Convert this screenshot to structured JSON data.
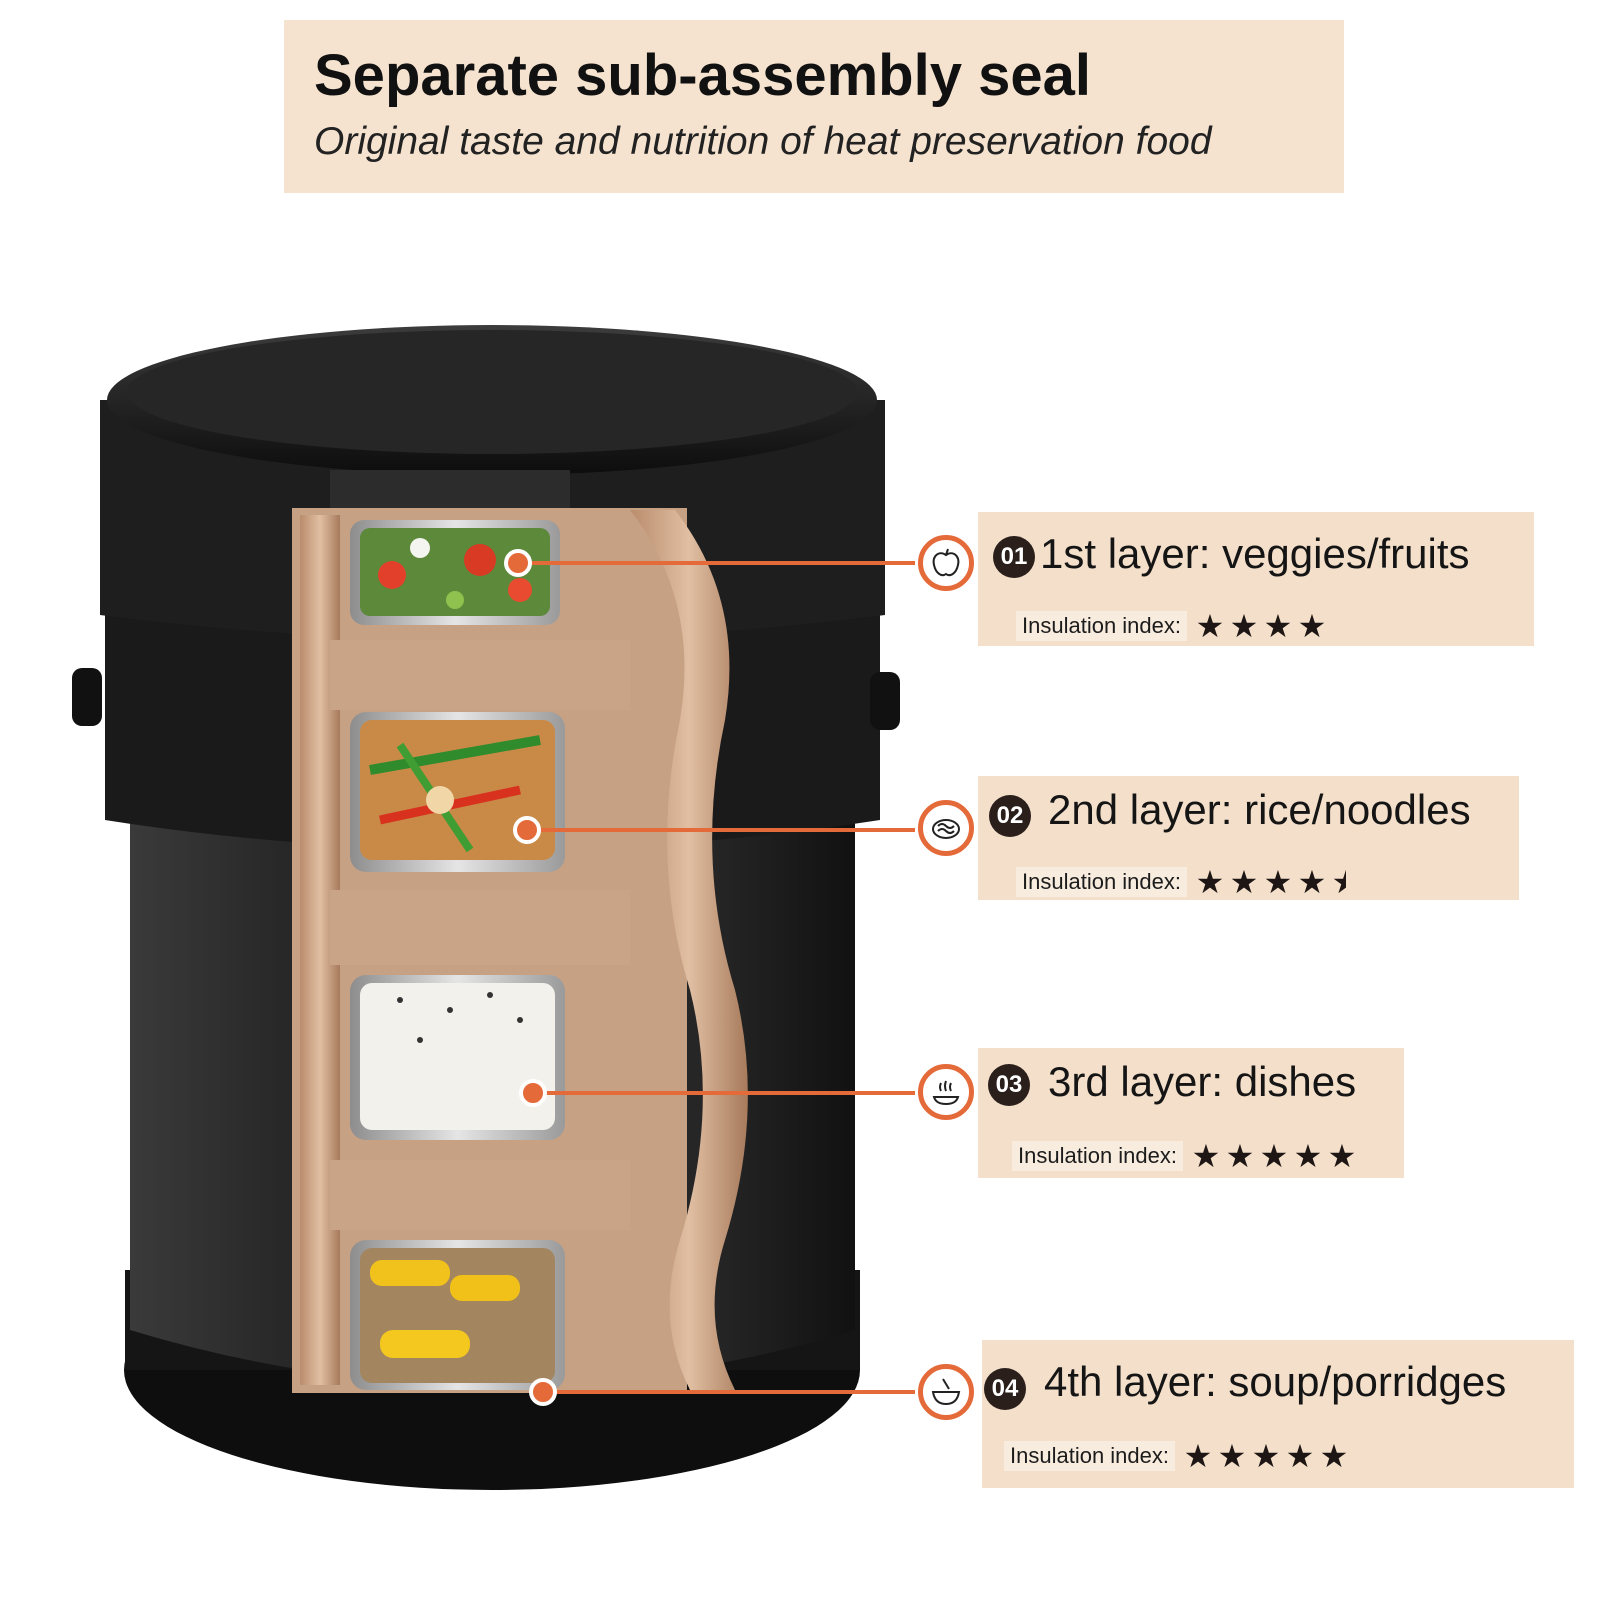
{
  "banner": {
    "title": "Separate sub-assembly seal",
    "subtitle": "Original taste and nutrition of heat preservation food"
  },
  "colors": {
    "accent_orange": "#e46a3a",
    "label_bg": "#f3dfca",
    "container_black": "#1f1f1f",
    "inner_tan": "#c9a486"
  },
  "layers": [
    {
      "badge": "01",
      "title": "1st layer: veggies/fruits",
      "insulation_label": "Insulation index:",
      "rating": 4,
      "icon": "apple-icon"
    },
    {
      "badge": "02",
      "title": "2nd layer: rice/noodles",
      "insulation_label": "Insulation index:",
      "rating": 4.5,
      "icon": "noodle-bowl-icon"
    },
    {
      "badge": "03",
      "title": "3rd layer: dishes",
      "insulation_label": "Insulation index:",
      "rating": 5,
      "icon": "steaming-dish-icon"
    },
    {
      "badge": "04",
      "title": "4th layer: soup/porridges",
      "insulation_label": "Insulation index:",
      "rating": 5,
      "icon": "soup-bowl-icon"
    }
  ]
}
